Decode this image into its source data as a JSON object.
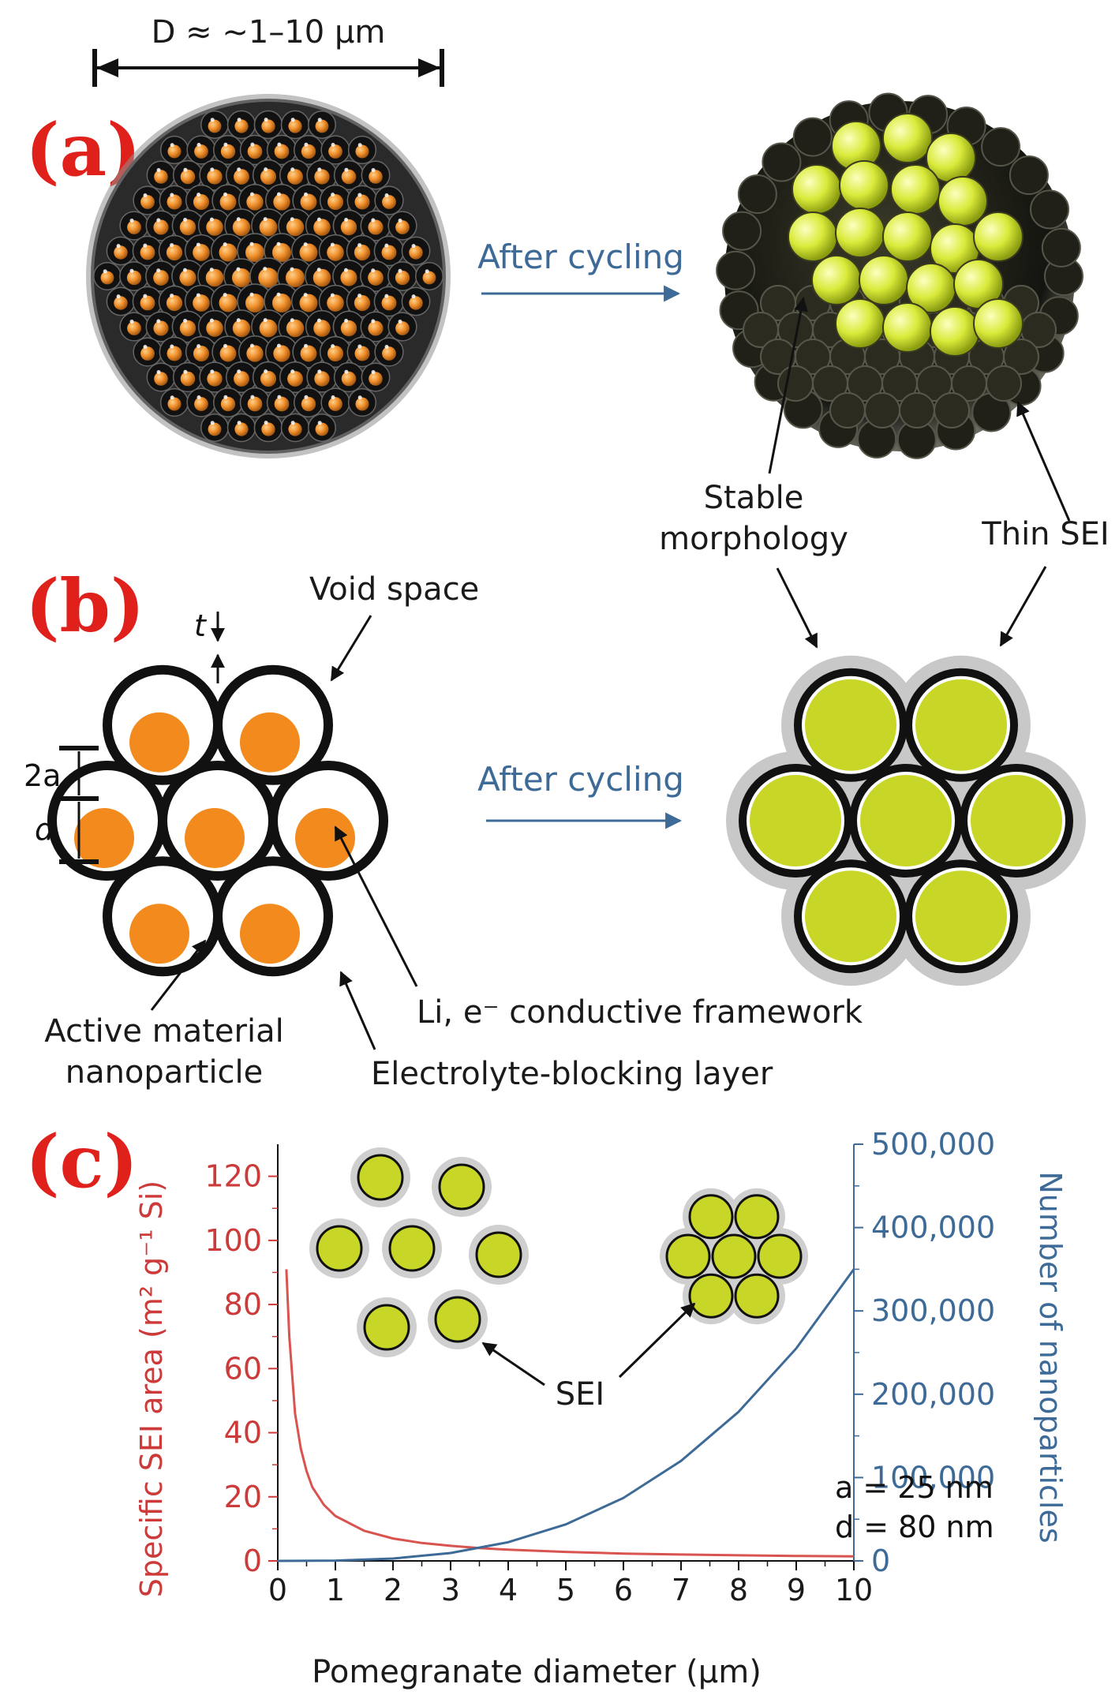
{
  "panel_a": {
    "label": "(a)",
    "dimension_text": "D ≈ ~1–10 μm",
    "arrow_text": "After cycling",
    "callout_left": [
      "Stable",
      "morphology"
    ],
    "callout_right": "Thin SEI"
  },
  "panel_b": {
    "label": "(b)",
    "arrow_text": "After cycling",
    "t_label": "t",
    "twoa_label": "2a",
    "d_label": "d",
    "void_space": "Void space",
    "active_material": [
      "Active material",
      "nanoparticle"
    ],
    "framework": "Li, e⁻ conductive framework",
    "blocking_layer": "Electrolyte-blocking layer"
  },
  "panel_c": {
    "label": "(c)",
    "sei_label": "SEI",
    "param_a": "a = 25 nm",
    "param_d": "d = 80 nm"
  },
  "colors": {
    "panel_label": "#e0201a",
    "red_series": "#d9534f",
    "blue_series": "#3d6a96",
    "active_orange": "#f28a1e",
    "cycled_yellow": "#c8d627"
  },
  "chart_data": {
    "type": "line",
    "xlabel": "Pomegranate diameter (μm)",
    "ylabel_left": "Specific SEI area (m² g⁻¹ Si)",
    "ylabel_right": "Number of nanoparticles",
    "xlim": [
      0,
      10
    ],
    "ylim_left": [
      0,
      130
    ],
    "ylim_right": [
      0,
      500000
    ],
    "x_ticks": [
      "0",
      "1",
      "2",
      "3",
      "4",
      "5",
      "6",
      "7",
      "8",
      "9",
      "10"
    ],
    "y_left_ticks": [
      "0",
      "20",
      "40",
      "60",
      "80",
      "100",
      "120"
    ],
    "y_right_ticks": [
      "0",
      "100,000",
      "200,000",
      "300,000",
      "400,000",
      "500,000"
    ],
    "series": [
      {
        "axis": "left",
        "x": [
          0.15,
          0.2,
          0.3,
          0.4,
          0.5,
          0.6,
          0.8,
          1.0,
          1.5,
          2.0,
          2.5,
          3.0,
          3.5,
          4.0,
          5.0,
          6.0,
          7.0,
          8.0,
          9.0,
          10.0
        ],
        "values": [
          91,
          70,
          46,
          35,
          28,
          23,
          17.5,
          14,
          9.4,
          7.0,
          5.6,
          4.7,
          4.0,
          3.5,
          2.8,
          2.3,
          2.0,
          1.75,
          1.55,
          1.4
        ]
      },
      {
        "axis": "right",
        "x": [
          0,
          1,
          2,
          3,
          4,
          5,
          6,
          7,
          8,
          9,
          10
        ],
        "values": [
          0,
          350,
          2800,
          9500,
          22400,
          43800,
          75600,
          120000,
          179000,
          255000,
          350000
        ]
      }
    ]
  }
}
